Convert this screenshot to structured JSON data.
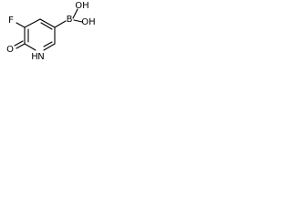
{
  "molecule": {
    "atoms": {
      "fluorine": "F",
      "oxygen_carbonyl": "O",
      "nitrogen": "N",
      "nitrogen_hydrogen": "H",
      "boron": "B",
      "hydroxyl_upper": "OH",
      "hydroxyl_lower": "OH"
    },
    "colors": {
      "ink": "#000000",
      "background": "#ffffff"
    }
  }
}
